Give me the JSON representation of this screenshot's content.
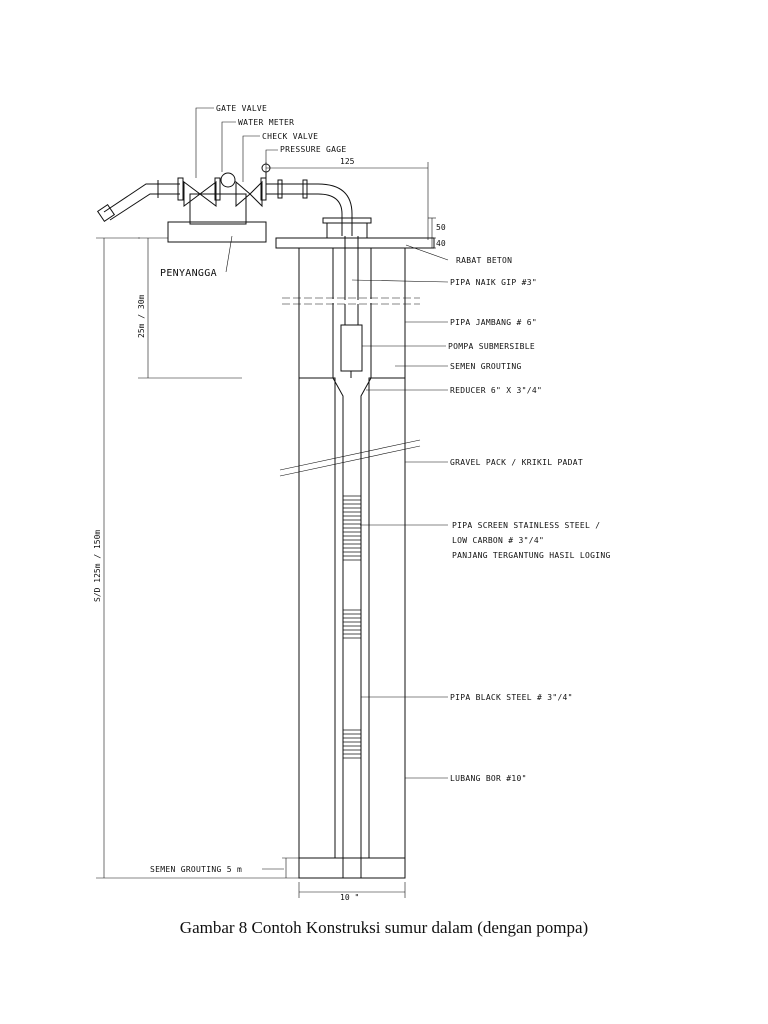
{
  "labels": {
    "gate_valve": "GATE VALVE",
    "water_meter": "WATER METER",
    "check_valve": "CHECK VALVE",
    "pressure_gage": "PRESSURE GAGE",
    "penyangga": "PENYANGGA",
    "rabat_beton": "RABAT BETON",
    "pipa_naik": "PIPA NAIK GIP #3\"",
    "pipa_jambang": "PIPA JAMBANG # 6\"",
    "pompa": "POMPA SUBMERSIBLE",
    "semen_grouting": "SEMEN GROUTING",
    "reducer": "REDUCER 6\" X 3\"/4\"",
    "gravel": "GRAVEL PACK / KRIKIL PADAT",
    "screen_1": "PIPA SCREEN STAINLESS STEEL /",
    "screen_2": "LOW CARBON # 3\"/4\"",
    "screen_3": "PANJANG TERGANTUNG HASIL LOGING",
    "black_steel": "PIPA BLACK STEEL # 3\"/4\"",
    "lubang_bor": "LUBANG BOR #10\"",
    "semen_grouting_5m": "SEMEN GROUTING 5 m"
  },
  "dimensions": {
    "top_width": "125",
    "d50": "50",
    "d40": "40",
    "depth_25": "25m / 30m",
    "depth_total": "S/D 125m / 150m",
    "bore_width": "10 \""
  },
  "caption": "Gambar 8 Contoh Konstruksi sumur dalam (dengan pompa)"
}
